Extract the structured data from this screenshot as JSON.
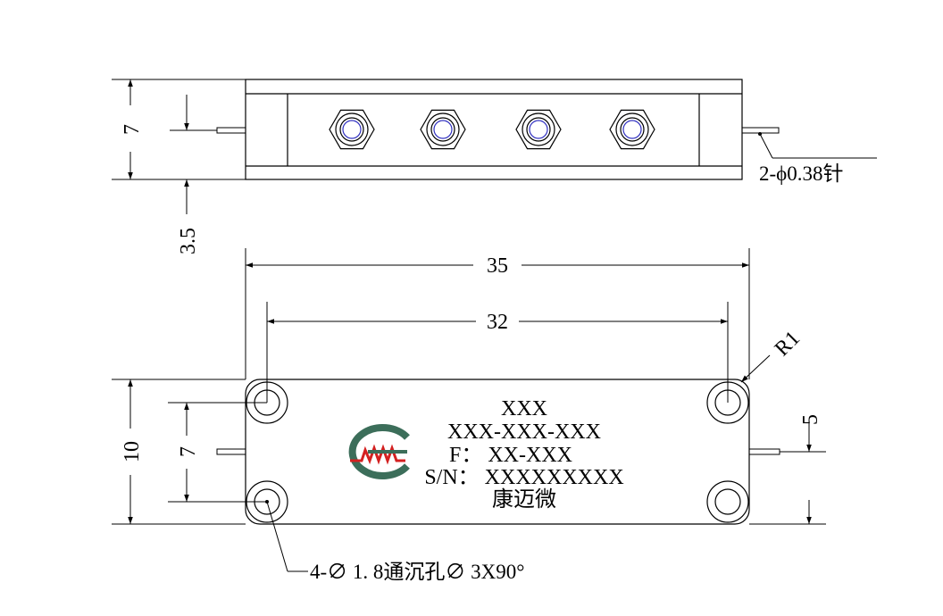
{
  "drawing": {
    "top_view": {
      "dim_height": "7",
      "dim_pin_offset": "3.5",
      "pin_callout": "2-ϕ0.38针",
      "connector_count": 4
    },
    "bottom_view": {
      "dim_overall_width": "35",
      "dim_hole_spacing": "32",
      "dim_height": "10",
      "dim_hole_vertical": "7",
      "dim_pin_height": "5",
      "corner_radius": "R1",
      "hole_callout": "4-∅ 1. 8通沉孔∅ 3X90°"
    },
    "nameplate": {
      "line1": "XXX",
      "line2": "XXX-XXX-XXX",
      "line3": "F： XX-XXX",
      "line4": "S/N： XXXXXXXXX",
      "line5": "康迈微"
    },
    "logo": {
      "colors": {
        "ring": "#3c6e5a",
        "wave": "#d42020"
      }
    }
  }
}
